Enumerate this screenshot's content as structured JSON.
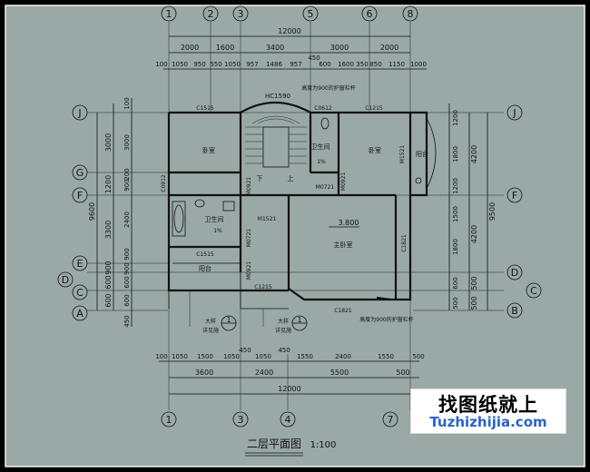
{
  "colors": {
    "background": "#9aa9a6",
    "ink": "#111111",
    "border": "#f2f2f2",
    "url": "#2a63c8"
  },
  "title": {
    "name": "二层平面图",
    "scale": "1:100"
  },
  "axes": {
    "top": [
      "1",
      "2",
      "3",
      "5",
      "6",
      "8"
    ],
    "bottom": [
      "1",
      "3",
      "4",
      "7"
    ],
    "left": [
      "J",
      "G",
      "F",
      "E",
      "D",
      "C",
      "A"
    ],
    "right": [
      "J",
      "F",
      "D",
      "C",
      "B"
    ]
  },
  "dims": {
    "top_total": "12000",
    "top_row1": [
      "2000",
      "1600",
      "3400",
      "3000",
      "2000"
    ],
    "top_row2": [
      "100",
      "1050",
      "950",
      "550",
      "1050",
      "957",
      "1486",
      "957",
      "450",
      "600",
      "1600",
      "350",
      "850",
      "1150",
      "1000"
    ],
    "bottom_row1": [
      "100",
      "1050",
      "1500",
      "1050",
      "450",
      "1050",
      "1550",
      "2400",
      "1550",
      "500"
    ],
    "bottom_row1b": [
      "450"
    ],
    "bottom_row2": [
      "3600",
      "2400",
      "5500",
      "500"
    ],
    "bottom_total": "12000",
    "left_total": "9600",
    "left_a": [
      "3000",
      "1200",
      "3300",
      "900",
      "600",
      "600"
    ],
    "left_b": [
      "100",
      "3000",
      "200",
      "900",
      "2400",
      "900",
      "900",
      "600",
      "600",
      "450"
    ],
    "right_total": "9500",
    "right_a": [
      "4200",
      "4200",
      "500",
      "500"
    ],
    "right_b": [
      "1200",
      "1800",
      "1200",
      "1500",
      "1800",
      "600",
      "500"
    ]
  },
  "labels": {
    "bedroom1": "卧室",
    "bedroom2": "卧室",
    "master": "主卧室",
    "bath1": "卫生间",
    "bath2": "卫生间",
    "balcony1": "阳台",
    "balcony2": "阳台",
    "down": "下",
    "up": "上",
    "slope1": "1%",
    "slope2": "1%",
    "elevation": "3.800",
    "stair": "HC1590",
    "rail_top": "高度为900的护窗栏杆",
    "rail_bottom": "高度为900的护窗栏杆",
    "detail_a": "大样",
    "detail_a_sub": "详见施",
    "detail_b": "大样",
    "detail_b_sub": "详见施",
    "detail_num": "1"
  },
  "codes": {
    "c1515a": "C1515",
    "c0612": "C0612",
    "c1215a": "C1215",
    "m1521a": "M1521",
    "c0912": "C0912",
    "m0921a": "M0921",
    "m0721a": "M0721",
    "m0921b": "M0921",
    "m1521b": "M1521",
    "c1515b": "C1515",
    "m0721b": "M0721",
    "m0921c": "M0921",
    "c1821a": "C1821",
    "c1215b": "C1215",
    "c1821b": "C1821"
  },
  "logo": {
    "main": "找图纸就上",
    "url": "Tuzhizhijia.com"
  }
}
